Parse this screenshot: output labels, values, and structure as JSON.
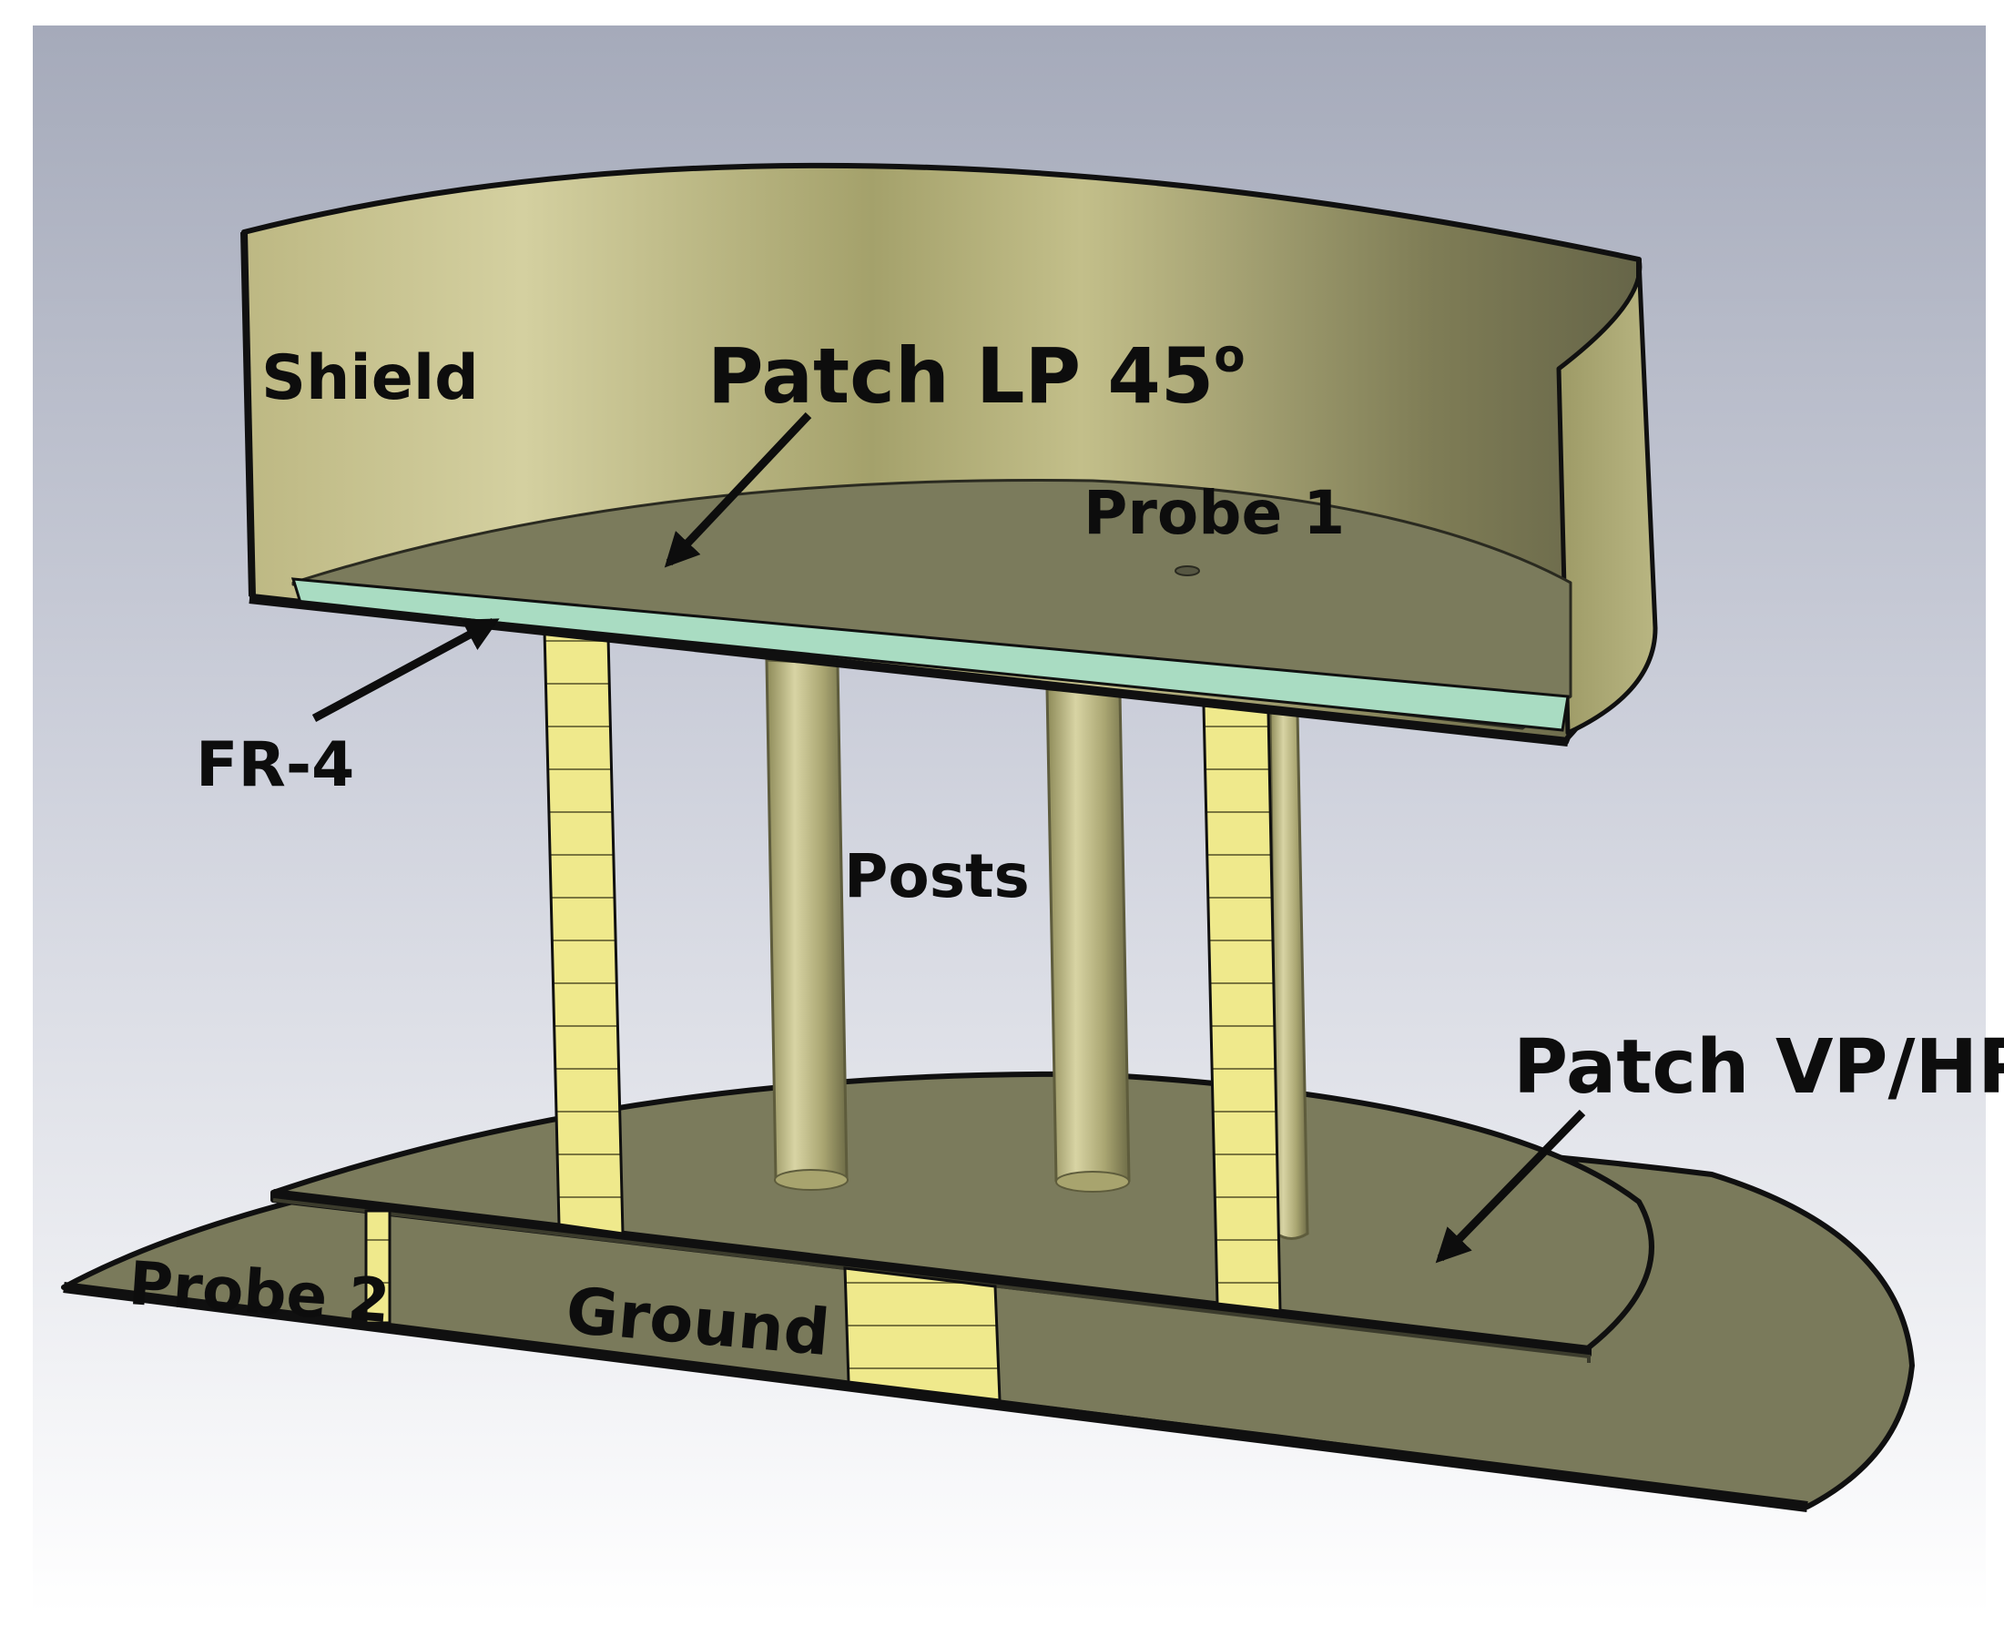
{
  "labels": {
    "shield": "Shield",
    "patch_lp": "Patch LP 45",
    "patch_lp_degree": "o",
    "probe_1": "Probe 1",
    "fr4": "FR-4",
    "posts": "Posts",
    "patch_vphp": "Patch VP/HP",
    "probe_2": "Probe 2",
    "ground": "Ground"
  },
  "colors": {
    "background_top": "#a7acbc",
    "background_bottom": "#ffffff",
    "metal_light": "#cfcb98",
    "metal_mid": "#9b975f",
    "metal_dark": "#67664a",
    "patch_face": "#7b7b5c",
    "fr4": "#a9dcc2",
    "probe_yellow": "#efe98c",
    "outline": "#101010"
  }
}
